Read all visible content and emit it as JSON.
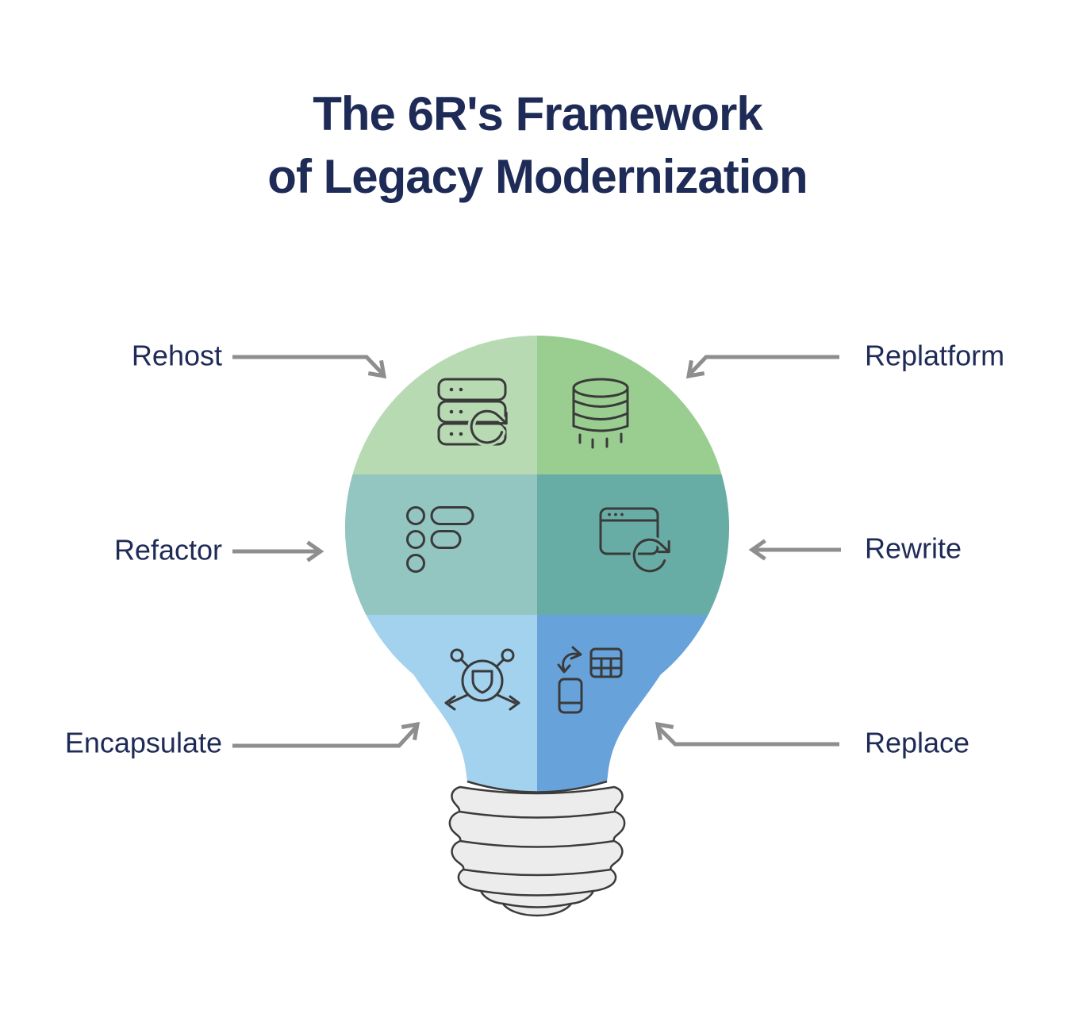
{
  "title": {
    "line1": "The 6R's Framework",
    "line2": "of Legacy Modernization"
  },
  "sections": [
    {
      "id": "rehost",
      "label": "Rehost",
      "row": "top",
      "side": "left",
      "color": "#B7DAB3",
      "icon": "server-refresh-icon"
    },
    {
      "id": "replatform",
      "label": "Replatform",
      "row": "top",
      "side": "right",
      "color": "#9ACE91",
      "icon": "database-migration-icon"
    },
    {
      "id": "refactor",
      "label": "Refactor",
      "row": "middle",
      "side": "left",
      "color": "#93C6C1",
      "icon": "list-toggle-icon"
    },
    {
      "id": "rewrite",
      "label": "Rewrite",
      "row": "middle",
      "side": "right",
      "color": "#68ADA5",
      "icon": "browser-refresh-icon"
    },
    {
      "id": "encapsulate",
      "label": "Encapsulate",
      "row": "bottom",
      "side": "left",
      "color": "#A3D2EE",
      "icon": "shield-network-icon"
    },
    {
      "id": "replace",
      "label": "Replace",
      "row": "bottom",
      "side": "right",
      "color": "#67A3DA",
      "icon": "device-swap-icon"
    }
  ],
  "colors": {
    "title_text": "#1F2B57",
    "label_text": "#1F2B57",
    "arrow": "#8E8E8E",
    "icon_stroke": "#3A3A3A",
    "outline": "#3B3B3B",
    "base_fill": "#ECECEC",
    "background": "#FFFFFF"
  }
}
